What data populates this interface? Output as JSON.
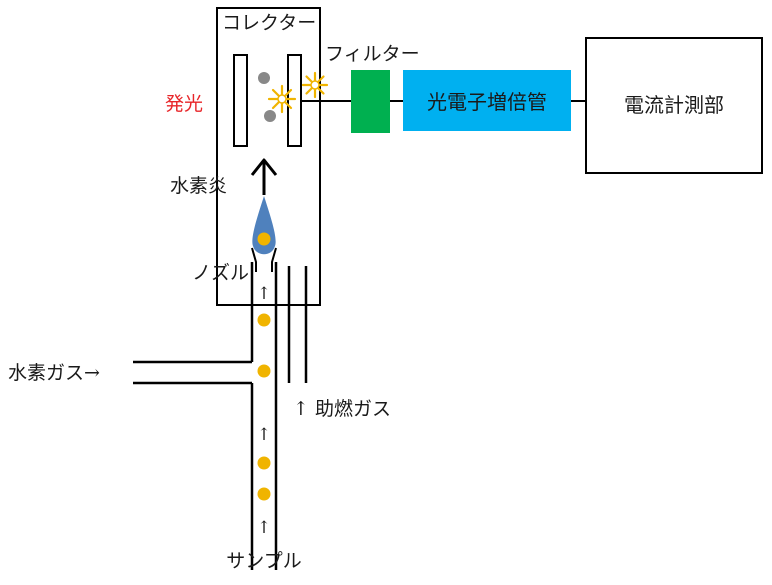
{
  "labels": {
    "collector": "コレクター",
    "filter": "フィルター",
    "emission": "発光",
    "pmt": "光電子増倍管",
    "current_meter": "電流計測部",
    "hydrogen_flame": "水素炎",
    "nozzle": "ノズル",
    "hydrogen_gas": "水素ガス→",
    "combustion_gas": "↑ 助燃ガス",
    "sample": "サンプル",
    "arrow_up": "↑"
  },
  "colors": {
    "line": "#000000",
    "emission_text": "#e8262a",
    "filter_fill": "#00b050",
    "pmt_fill": "#00b0f0",
    "flame_fill": "#4f81bd",
    "particle_fill": "#f0b400",
    "electrode_particle": "#888888",
    "spark": "#f0b400"
  },
  "icons": {
    "spark": "spark-starburst-icon",
    "flow_arrow": "up-arrow-icon"
  }
}
